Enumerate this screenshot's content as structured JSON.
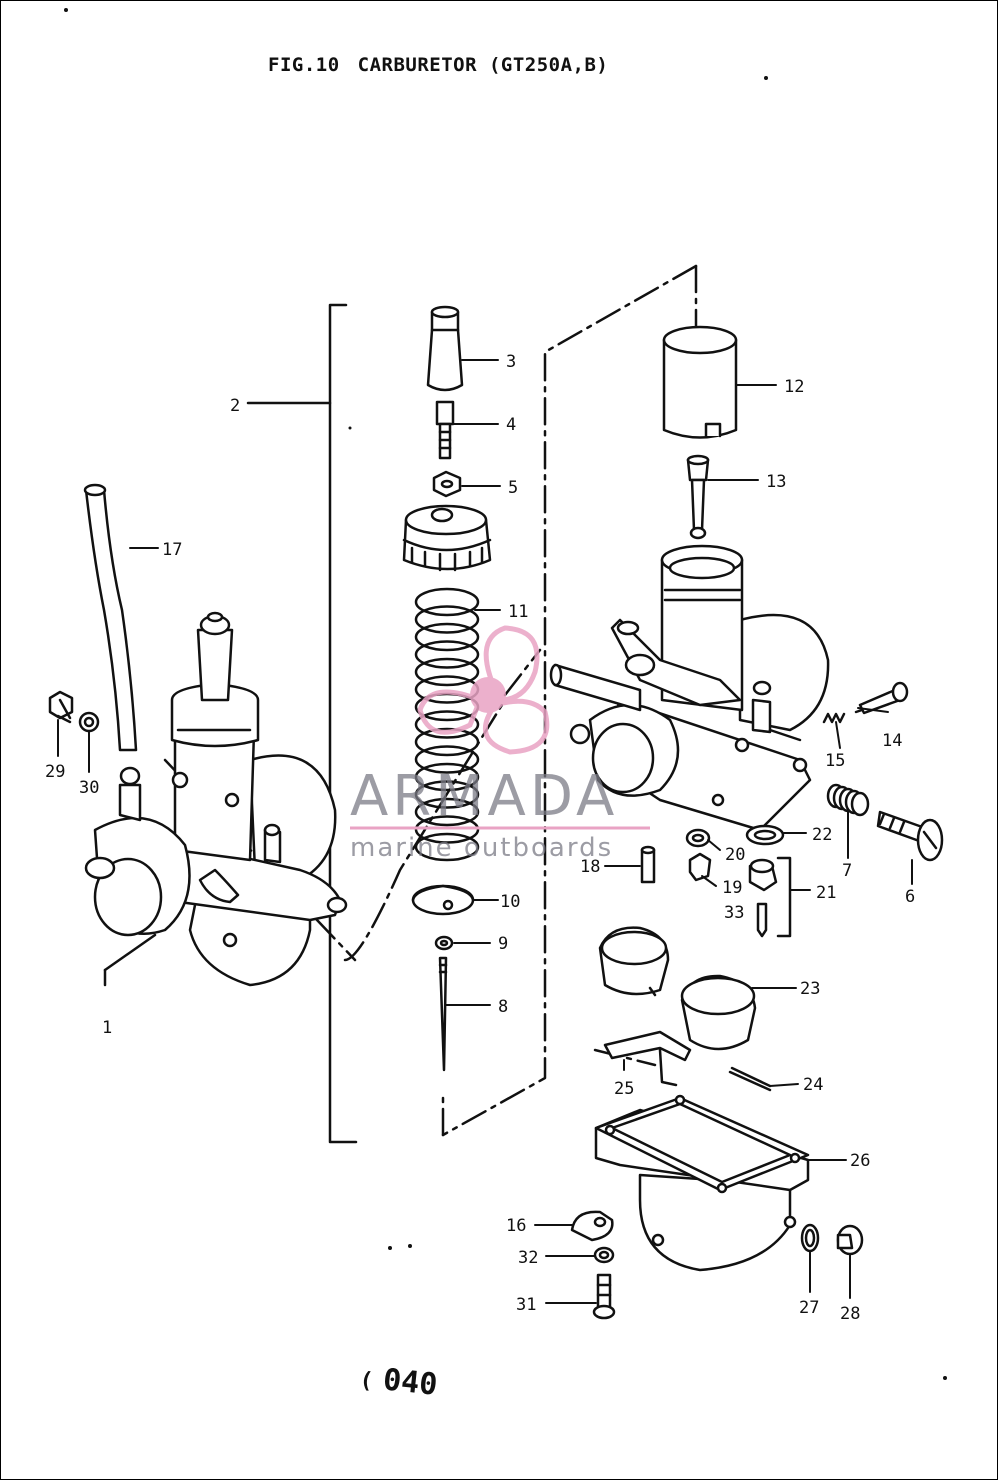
{
  "figure": {
    "fig_label": "FIG.10",
    "title": "CARBURETOR (GT250A,B)",
    "page_number": "040",
    "page_mark": "("
  },
  "watermark": {
    "brand": "ARMADA",
    "tagline": "marine outboards",
    "accent_color": "#e9a3c4",
    "text_color": "#7b7b86"
  },
  "callouts": [
    "1",
    "2",
    "3",
    "4",
    "5",
    "6",
    "7",
    "8",
    "9",
    "10",
    "11",
    "12",
    "13",
    "14",
    "15",
    "16",
    "17",
    "18",
    "19",
    "20",
    "21",
    "22",
    "23",
    "24",
    "25",
    "26",
    "27",
    "28",
    "29",
    "30",
    "31",
    "32",
    "33"
  ]
}
